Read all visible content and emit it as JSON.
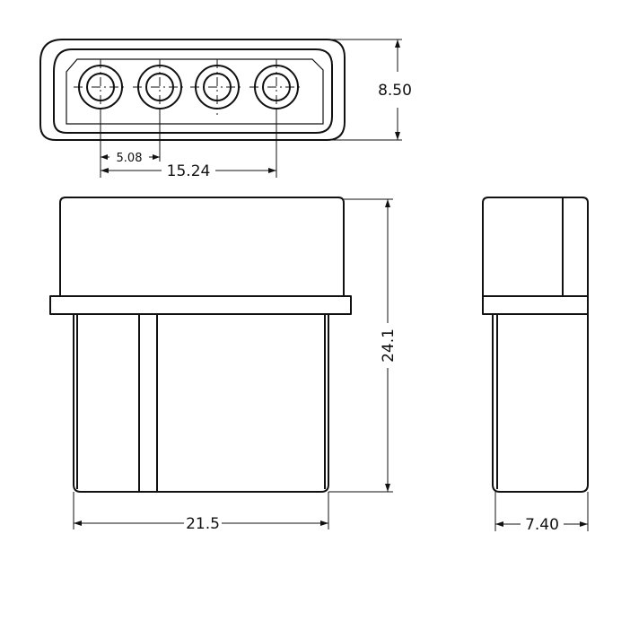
{
  "dimensions": {
    "height_top": "8.50",
    "pitch": "5.08",
    "span": "15.24",
    "height_front": "24.1",
    "width_front": "21.5",
    "depth_side": "7.40"
  }
}
